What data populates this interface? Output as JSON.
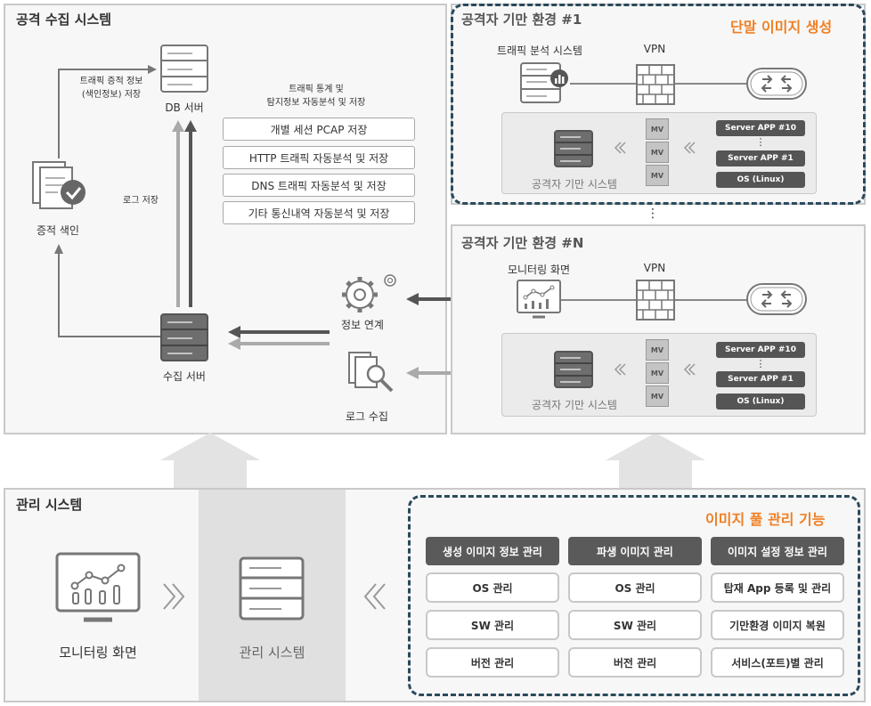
{
  "collection_system": {
    "title": "공격 수집 시스템",
    "db_server": "DB 서버",
    "evidence_index": "증적 색인",
    "collect_server": "수집 서버",
    "traffic_evidence_note": [
      "트래픽 증적 정보",
      "(색인정보) 저장"
    ],
    "log_store_note": "로그 저장",
    "traffic_stats_note": [
      "트래픽 통계 및",
      "탐지정보 자동분석 및 저장"
    ],
    "storage_items": [
      "개별 세션 PCAP 저장",
      "HTTP 트래픽 자동분석 및 저장",
      "DNS 트래픽 자동분석 및 저장",
      "기타 통신내역 자동분석 및 저장"
    ],
    "info_link": "정보 연계",
    "log_collect": "로그 수집"
  },
  "env1": {
    "title": "공격자 기만 환경 #1",
    "badge": "단말 이미지 생성",
    "traffic_analysis": "트래픽 분석 시스템",
    "vpn": "VPN",
    "mv_labels": [
      "MV",
      "MV",
      "MV"
    ],
    "server_app_top": "Server APP #10",
    "dots": "⋮",
    "server_app_bottom": "Server APP #1",
    "os": "OS (Linux)",
    "deception_system": "공격자 기만 시스템"
  },
  "env_gap_dots": "⋮",
  "envN": {
    "title": "공격자 기만 환경 #N",
    "monitor": "모니터링 화면",
    "vpn": "VPN",
    "mv_labels": [
      "MV",
      "MV",
      "MV"
    ],
    "server_app_top": "Server APP #10",
    "dots": "⋮",
    "server_app_bottom": "Server APP #1",
    "os": "OS (Linux)",
    "deception_system": "공격자 기만 시스템"
  },
  "management": {
    "title": "관리 시스템",
    "monitor_label": "모니터링 화면",
    "system_label": "관리 시스템",
    "pool_title": "이미지 풀 관리 기능",
    "columns": [
      {
        "header": "생성 이미지 정보 관리",
        "items": [
          "OS 관리",
          "SW 관리",
          "버전 관리"
        ]
      },
      {
        "header": "파생 이미지 관리",
        "items": [
          "OS 관리",
          "SW 관리",
          "버전 관리"
        ]
      },
      {
        "header": "이미지 설정 정보 관리",
        "items": [
          "탑재 App 등록 및 관리",
          "기만환경 이미지 복원",
          "서비스(포트)별 관리"
        ]
      }
    ]
  },
  "colors": {
    "accent": "#f08024",
    "dashed": "#2b4a5c",
    "header": "#5a5a5a"
  }
}
